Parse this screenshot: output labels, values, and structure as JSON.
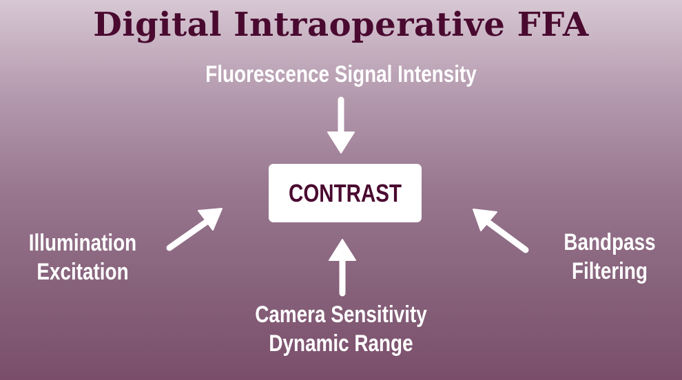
{
  "title": "Digital Intraoperative FFA",
  "center": "CONTRAST",
  "factors": {
    "top": [
      "Fluorescence Signal Intensity"
    ],
    "left": [
      "Illumination",
      "Excitation"
    ],
    "right": [
      "Bandpass",
      "Filtering"
    ],
    "bottom": [
      "Camera Sensitivity",
      "Dynamic Range"
    ]
  },
  "colors": {
    "title": "#4a0a30",
    "arrow": "#ffffff",
    "box": "#ffffff"
  }
}
